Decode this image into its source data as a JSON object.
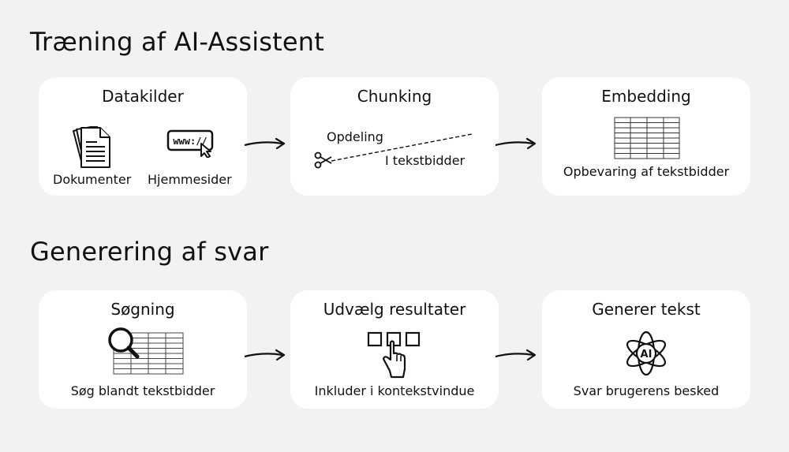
{
  "sections": {
    "training": {
      "title": "Træning af AI-Assistent",
      "cards": {
        "sources": {
          "title": "Datakilder",
          "documents_label": "Dokumenter",
          "websites_label": "Hjemmesider",
          "www_text": "www://"
        },
        "chunking": {
          "title": "Chunking",
          "line1": "Opdeling",
          "line2": "I tekstbidder"
        },
        "embedding": {
          "title": "Embedding",
          "caption": "Opbevaring af tekstbidder"
        }
      }
    },
    "generation": {
      "title": "Generering af svar",
      "cards": {
        "search": {
          "title": "Søgning",
          "caption": "Søg blandt tekstbidder"
        },
        "select": {
          "title": "Udvælg resultater",
          "caption": "Inkluder i kontekstvindue"
        },
        "generate": {
          "title": "Generer tekst",
          "caption": "Svar brugerens besked",
          "ai_text": "AI"
        }
      }
    }
  },
  "icons": [
    "documents-icon",
    "website-icon",
    "scissors-icon",
    "table-icon",
    "magnifier-icon",
    "select-boxes-icon",
    "hand-pointer-icon",
    "ai-atom-icon",
    "arrow-right-icon"
  ],
  "colors": {
    "background": "#f1f2f4",
    "card": "#ffffff",
    "ink": "#111111"
  }
}
